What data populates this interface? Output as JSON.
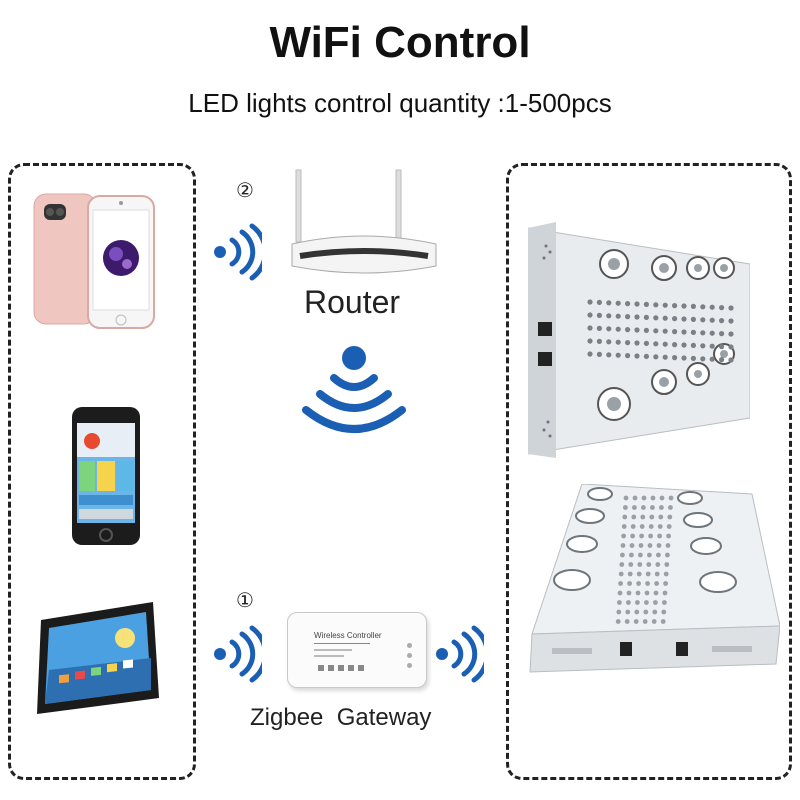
{
  "header": {
    "title": "WiFi Control",
    "subtitle": "LED lights control quantity :1-500pcs"
  },
  "steps": {
    "step2": "②",
    "step1": "①"
  },
  "router": {
    "label": "Router"
  },
  "gateway": {
    "label": "Zigbee  Gateway",
    "device_title": "Wireless Controller"
  },
  "colors": {
    "wifi_blue": "#1a5fb4",
    "panel_border": "#222222",
    "phone_pink": "#efc6c0",
    "led_body": "#e9ecee"
  }
}
